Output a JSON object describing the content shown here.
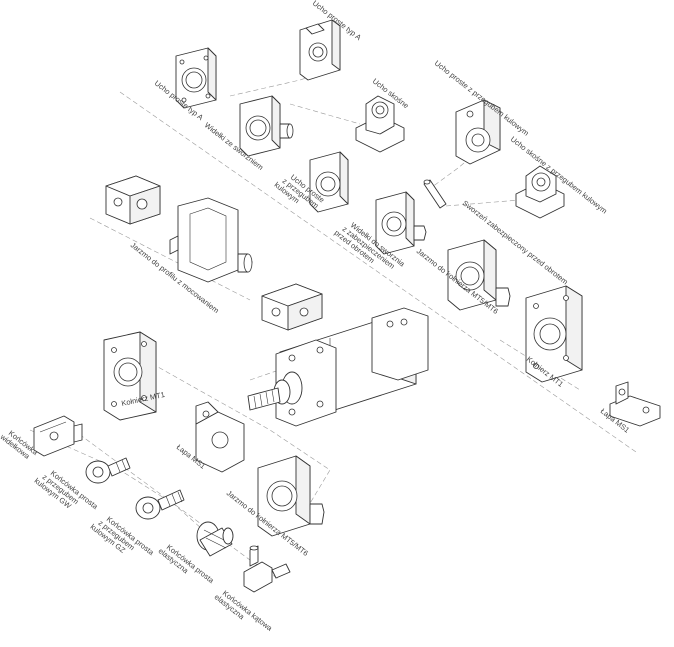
{
  "labels": {
    "ucho_proste_typ_a_top": "Ucho proste typ A",
    "ucho_proste_typ_a_left": "Ucho proste typ A",
    "widelki_ze_sworzniem": "Widełki ze sworzniem",
    "ucho_skosne": "Ucho skośne",
    "ucho_proste_przegub": "Ucho proste z przegubem kulowym",
    "ucho_skosne_przegub": "Ucho skośne z przegubem kulowym",
    "ucho_proste_zlaczne": [
      "Ucho proste",
      "z przegubem",
      "kulowym"
    ],
    "widelki_do_sworznia": [
      "Widełki do sworznia",
      "z zabezpieczeniem",
      "przed obrotem"
    ],
    "sworzen": "Sworzeń zabezpieczony przed obrotem",
    "jarzmo_profil": "Jarzmo do profilu z mocowaniem",
    "jarzmo_kolnierz_top": "Jarzmo do kołnierza MT5/MT6",
    "kolnierz_mt1_right": "Kołnierz MT1",
    "lapa_ms1_right": "Łapa MS1",
    "kolnierz_mt1_left": "Kołnierz MT1",
    "lapa_ms1_left": "Łapa MS1",
    "jarzmo_kolnierz_bottom": "Jarzmo do kołnierza MT5/MT6",
    "koncowka_widelkowa": [
      "Końcówka",
      "widełkowa"
    ],
    "koncowka_prosta_przegub": [
      "Końcówka prosta",
      "z przegubem",
      "kulowym GW"
    ],
    "koncowka_prosta_gz": [
      "Końcówka prosta",
      "z przegubem",
      "kulowym GZ"
    ],
    "koncowka_prosta_elastyczna": [
      "Końcówka prosta",
      "elastyczna"
    ],
    "koncowka_katowa": [
      "Końcówka kątowa",
      "elastyczna"
    ]
  }
}
